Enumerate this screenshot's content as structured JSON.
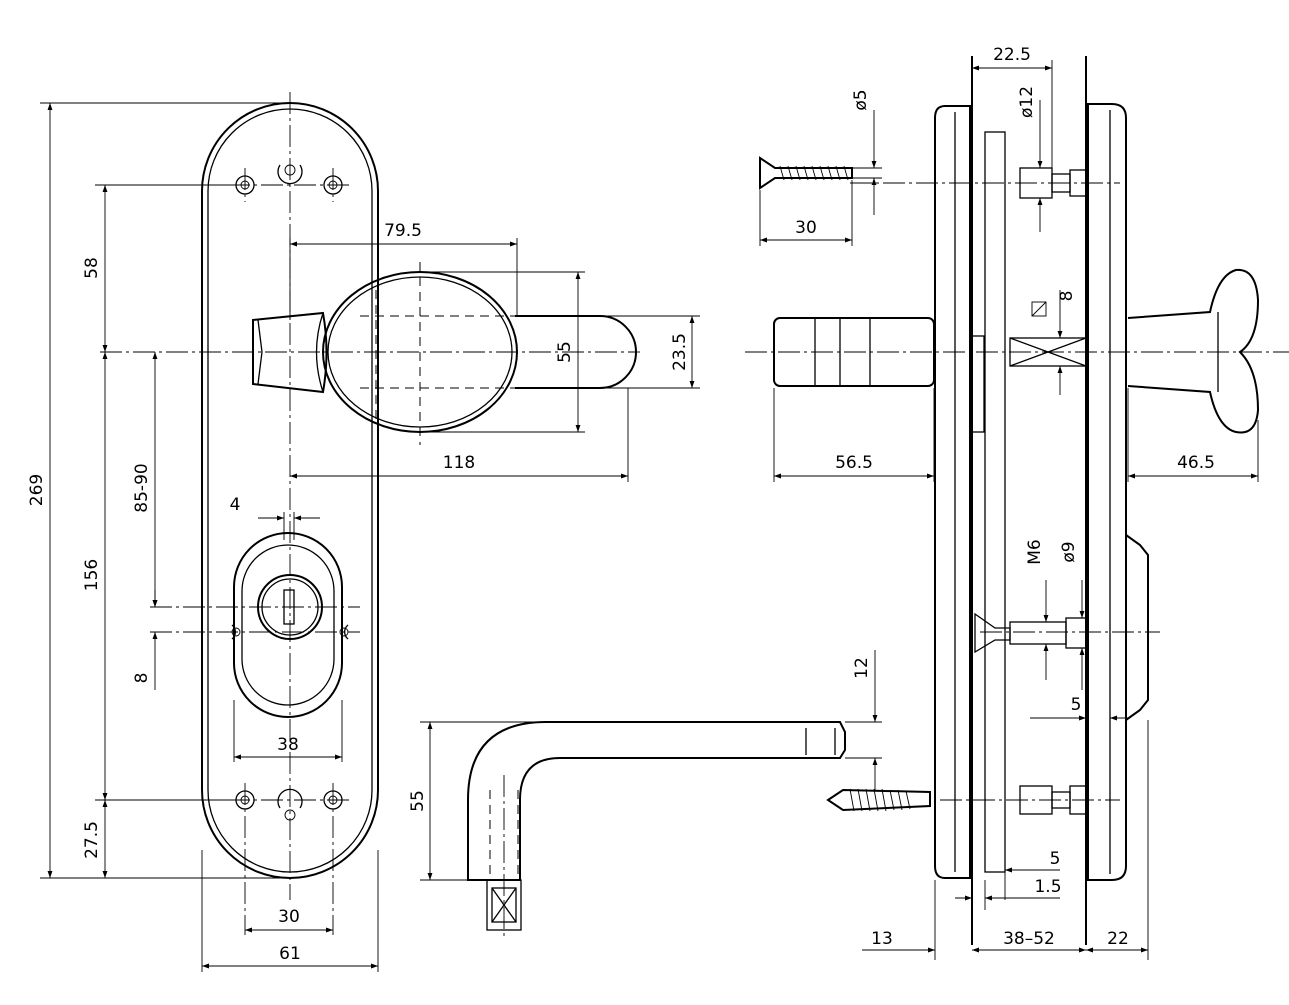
{
  "dimensions": {
    "plate_height": "269",
    "upper_hole_to_axis": "58",
    "axis_to_lower_hole": "156",
    "lower_hole_to_bottom": "27.5",
    "backset_range": "85-90",
    "cylinder_offset": "8",
    "key_slot_width": "4",
    "cylinder_escutcheon_width": "38",
    "lower_hole_spacing": "30",
    "plate_width": "61",
    "knob_offset": "79.5",
    "knob_diameter": "55",
    "knob_neck": "23.5",
    "knob_reach": "118",
    "screw_diameter": "ø5",
    "screw_length": "30",
    "stud_offset": "22.5",
    "stud_diameter": "ø12",
    "square_spindle": "8",
    "spindle_projection": "56.5",
    "knob_projection": "46.5",
    "bolt_thread": "M6",
    "bolt_diameter": "ø9",
    "bolt_offset": "5",
    "lever_thickness": "12",
    "lever_height": "55",
    "insert_depth": "5",
    "plate_thickness": "1.5",
    "front_plate_depth": "13",
    "door_thickness": "38–52",
    "back_plate_depth": "22"
  }
}
